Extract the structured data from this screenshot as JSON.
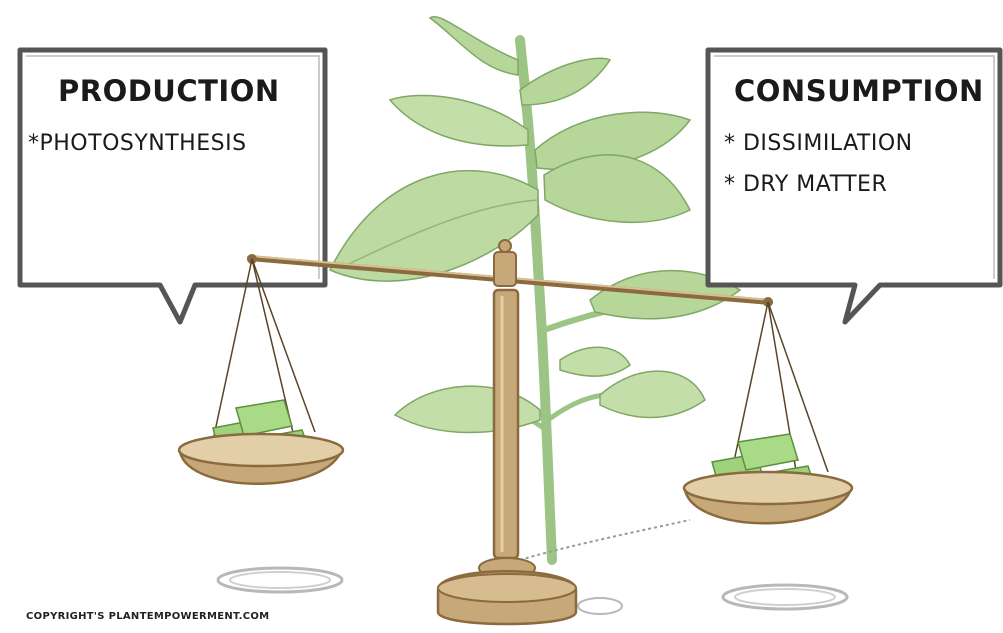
{
  "production": {
    "title": "PRODUCTION",
    "items": [
      "*PHOTOSYNTHESIS"
    ]
  },
  "consumption": {
    "title": "CONSUMPTION",
    "items": [
      "* DISSIMILATION",
      "* DRY MATTER"
    ]
  },
  "copyright": "COPYRIGHT'S PLANTEMPOWERMENT.COM",
  "colors": {
    "leaf": "#b6d69a",
    "leaf_dark": "#8fb874",
    "brass": "#c7a878",
    "brass_dark": "#8a6a3e",
    "block": "#9fd27c",
    "bubble_border": "#555555"
  }
}
